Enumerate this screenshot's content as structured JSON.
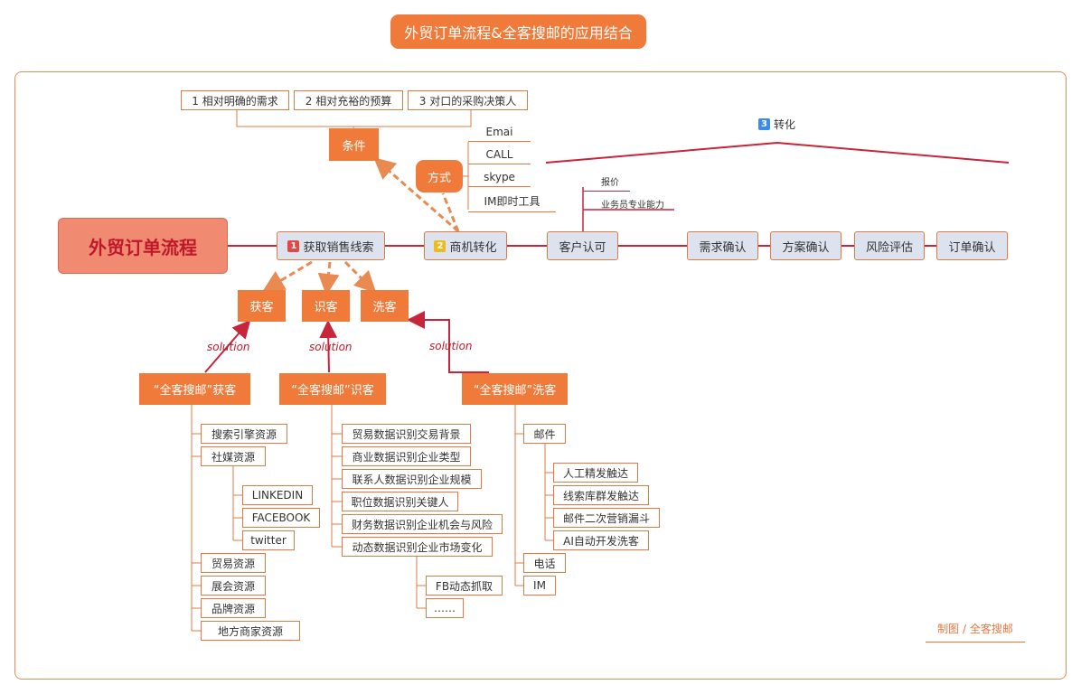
{
  "title": "外贸订单流程&全客搜邮的应用结合",
  "main_topic": "外贸订单流程",
  "stages": [
    {
      "badge": "1",
      "label": "获取销售线索"
    },
    {
      "badge": "2",
      "label": "商机转化"
    },
    {
      "badge": "",
      "label": "客户认可"
    },
    {
      "badge": "",
      "label": "需求确认"
    },
    {
      "badge": "",
      "label": "方案确认"
    },
    {
      "badge": "",
      "label": "风险评估"
    },
    {
      "badge": "",
      "label": "订单确认"
    }
  ],
  "conditions": {
    "label": "条件",
    "items": [
      "1  相对明确的需求",
      "2  相对充裕的预算",
      "3  对口的采购决策人"
    ]
  },
  "methods": {
    "label": "方式",
    "items": [
      "Emai",
      "CALL",
      "skype",
      "IM即时工具"
    ]
  },
  "customer_recognition": {
    "items": [
      "报价",
      "业务员专业能力"
    ]
  },
  "transform": {
    "badge": "3",
    "label": "转化"
  },
  "lead_actions": [
    "获客",
    "识客",
    "洗客"
  ],
  "solution_label": "solution",
  "solutions": [
    {
      "label": "“全客搜邮”获客",
      "items": [
        "搜索引擎资源",
        "社媒资源",
        "贸易资源",
        "展会资源",
        "品牌资源",
        "地方商家资源"
      ],
      "social_media": [
        "LINKEDIN",
        "FACEBOOK",
        "twitter"
      ]
    },
    {
      "label": "“全客搜邮”识客",
      "items": [
        "贸易数据识别交易背景",
        "商业数据识别企业类型",
        "联系人数据识别企业规模",
        "职位数据识别关键人",
        "财务数据识别企业机会与风险",
        "动态数据识别企业市场变化"
      ],
      "dynamic": [
        "FB动态抓取",
        "……"
      ]
    },
    {
      "label": "“全客搜邮”洗客",
      "items": [
        "邮件",
        "电话",
        "IM"
      ],
      "email": [
        "人工精发触达",
        "线索库群发触达",
        "邮件二次营销漏斗",
        "AI自动开发洗客"
      ]
    }
  ],
  "credit": "制图 / 全客搜邮",
  "colors": {
    "accent": "#f07a3a",
    "main": "#f08a70",
    "stage_bg": "#dde3ee",
    "red_line": "#c8243a",
    "text_red": "#c0182a"
  }
}
